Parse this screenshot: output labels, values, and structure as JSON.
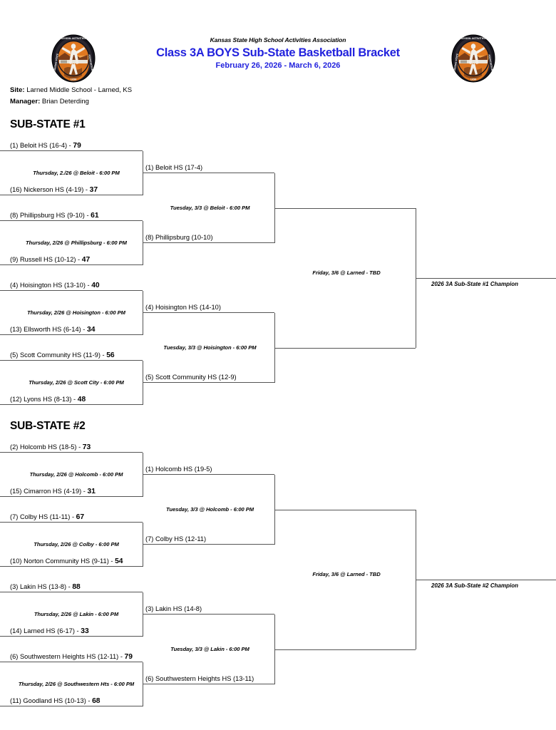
{
  "header": {
    "association": "Kansas State High School Activities Association",
    "title": "Class 3A BOYS Sub-State Basketball Bracket",
    "dates": "February 26, 2026 - March 6, 2026",
    "title_color": "#2222DD",
    "logo_name": "kshsaa-seal-logo"
  },
  "info": {
    "site_label": "Site:",
    "site_value": "Larned Middle School - Larned, KS",
    "manager_label": "Manager:",
    "manager_value": "Brian Deterding"
  },
  "brackets": [
    {
      "title": "SUB-STATE #1",
      "round1": [
        {
          "team": "(1) Beloit HS (16-4) - ",
          "score": "79"
        },
        {
          "team": "(16) Nickerson HS (4-19) - ",
          "score": "37"
        },
        {
          "team": "(8) Phillipsburg HS (9-10) - ",
          "score": "61"
        },
        {
          "team": "(9) Russell HS (10-12) - ",
          "score": "47"
        },
        {
          "team": "(4) Hoisington HS (13-10) - ",
          "score": "40"
        },
        {
          "team": "(13) Ellsworth HS (6-14) - ",
          "score": "34"
        },
        {
          "team": "(5) Scott Community HS (11-9) - ",
          "score": "56"
        },
        {
          "team": "(12) Lyons HS (8-13) - ",
          "score": "48"
        }
      ],
      "round1_games": [
        "Thursday, 2./26 @ Beloit - 6:00 PM",
        "Thursday, 2/26 @ Phillipsburg - 6:00 PM",
        "Thursday, 2/26 @ Hoisington - 6:00 PM",
        "Thursday, 2/26 @ Scott City - 6:00 PM"
      ],
      "round2": [
        "(1) Beloit HS (17-4)",
        "(8) Phillipsburg (10-10)",
        "(4) Hoisington HS (14-10)",
        "(5) Scott Community HS (12-9)"
      ],
      "round2_games": [
        "Tuesday, 3/3 @ Beloit - 6:00 PM",
        "Tuesday, 3/3 @ Hoisington - 6:00 PM"
      ],
      "final_game": "Friday, 3/6 @ Larned - TBD",
      "champion_label": "2026 3A Sub-State #1 Champion"
    },
    {
      "title": "SUB-STATE #2",
      "round1": [
        {
          "team": "(2) Holcomb HS (18-5) - ",
          "score": "73"
        },
        {
          "team": "(15) Cimarron HS (4-19) - ",
          "score": "31"
        },
        {
          "team": "(7) Colby HS (11-11) - ",
          "score": "67"
        },
        {
          "team": "(10) Norton Community HS (9-11) - ",
          "score": "54"
        },
        {
          "team": "(3) Lakin HS (13-8) - ",
          "score": "88"
        },
        {
          "team": "(14) Larned HS (6-17) - ",
          "score": "33"
        },
        {
          "team": "(6) Southwestern Heights HS (12-11) - ",
          "score": "79"
        },
        {
          "team": "(11) Goodland HS (10-13) - ",
          "score": "68"
        }
      ],
      "round1_games": [
        "Thursday, 2/26 @ Holcomb - 6:00 PM",
        "Thursday, 2/26 @ Colby - 6:00 PM",
        "Thursday, 2/26 @ Lakin - 6:00 PM",
        "Thursday, 2/26 @ Southwestern Hts - 6:00 PM"
      ],
      "round2": [
        "(1) Holcomb HS (19-5)",
        "(7) Colby HS (12-11)",
        "(3) Lakin HS (14-8)",
        "(6) Southwestern Heights HS (13-11)"
      ],
      "round2_games": [
        "Tuesday, 3/3 @ Holcomb - 6:00 PM",
        "Tuesday, 3/3 @ Lakin - 6:00 PM"
      ],
      "final_game": "Friday, 3/6 @ Larned - TBD",
      "champion_label": "2026 3A Sub-State #2 Champion"
    }
  ]
}
